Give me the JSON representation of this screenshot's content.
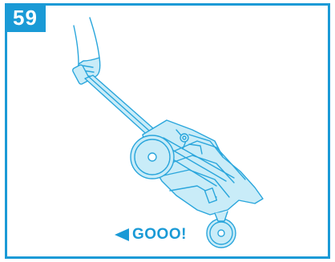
{
  "step": {
    "number": "59"
  },
  "instruction": {
    "arrow_icon": "left-arrow-icon",
    "text": "GOOO!"
  },
  "illustration": {
    "name": "folded-stroller-being-pulled",
    "icons": [
      "hand-icon",
      "stroller-icon",
      "wheel-icon"
    ]
  },
  "colors": {
    "accent": "#1a9ad6",
    "fill": "#c9ecf8",
    "line": "#2aa6dc"
  }
}
